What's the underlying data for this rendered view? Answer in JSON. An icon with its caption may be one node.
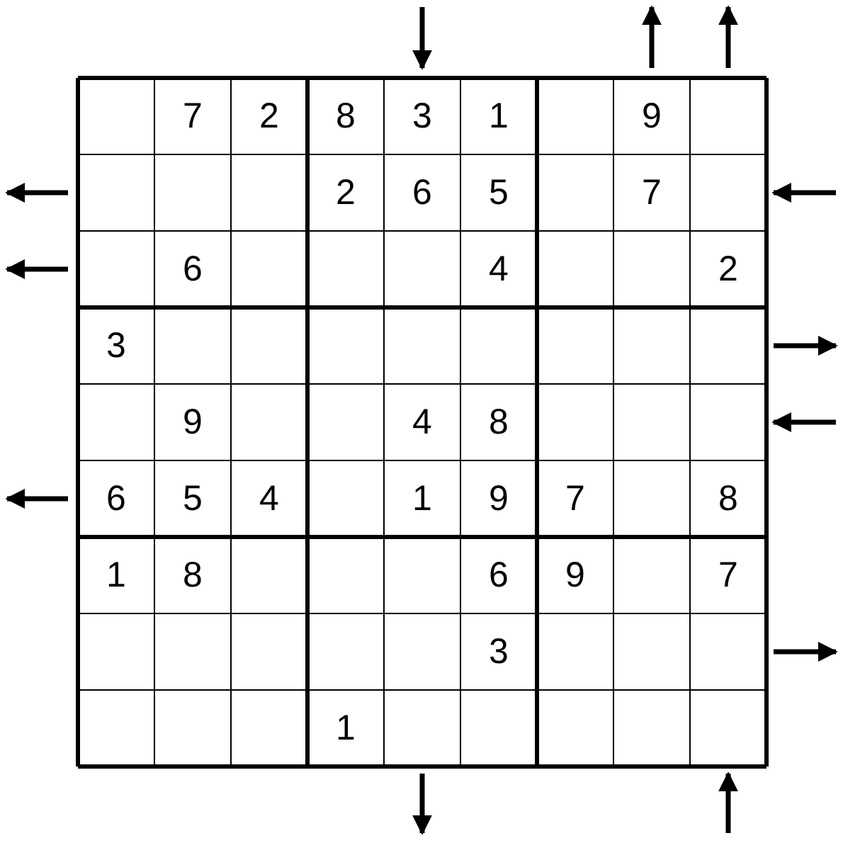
{
  "diagram": {
    "labels": [
      "7",
      "2",
      "8",
      "3",
      "1",
      "9",
      "2",
      "6",
      "5",
      "7",
      "6",
      "4",
      "2",
      "3",
      "9",
      "4",
      "8",
      "6",
      "5",
      "4",
      "1",
      "9",
      "7",
      "8",
      "1",
      "8",
      "6",
      "9",
      "7",
      "3",
      "1"
    ]
  }
}
